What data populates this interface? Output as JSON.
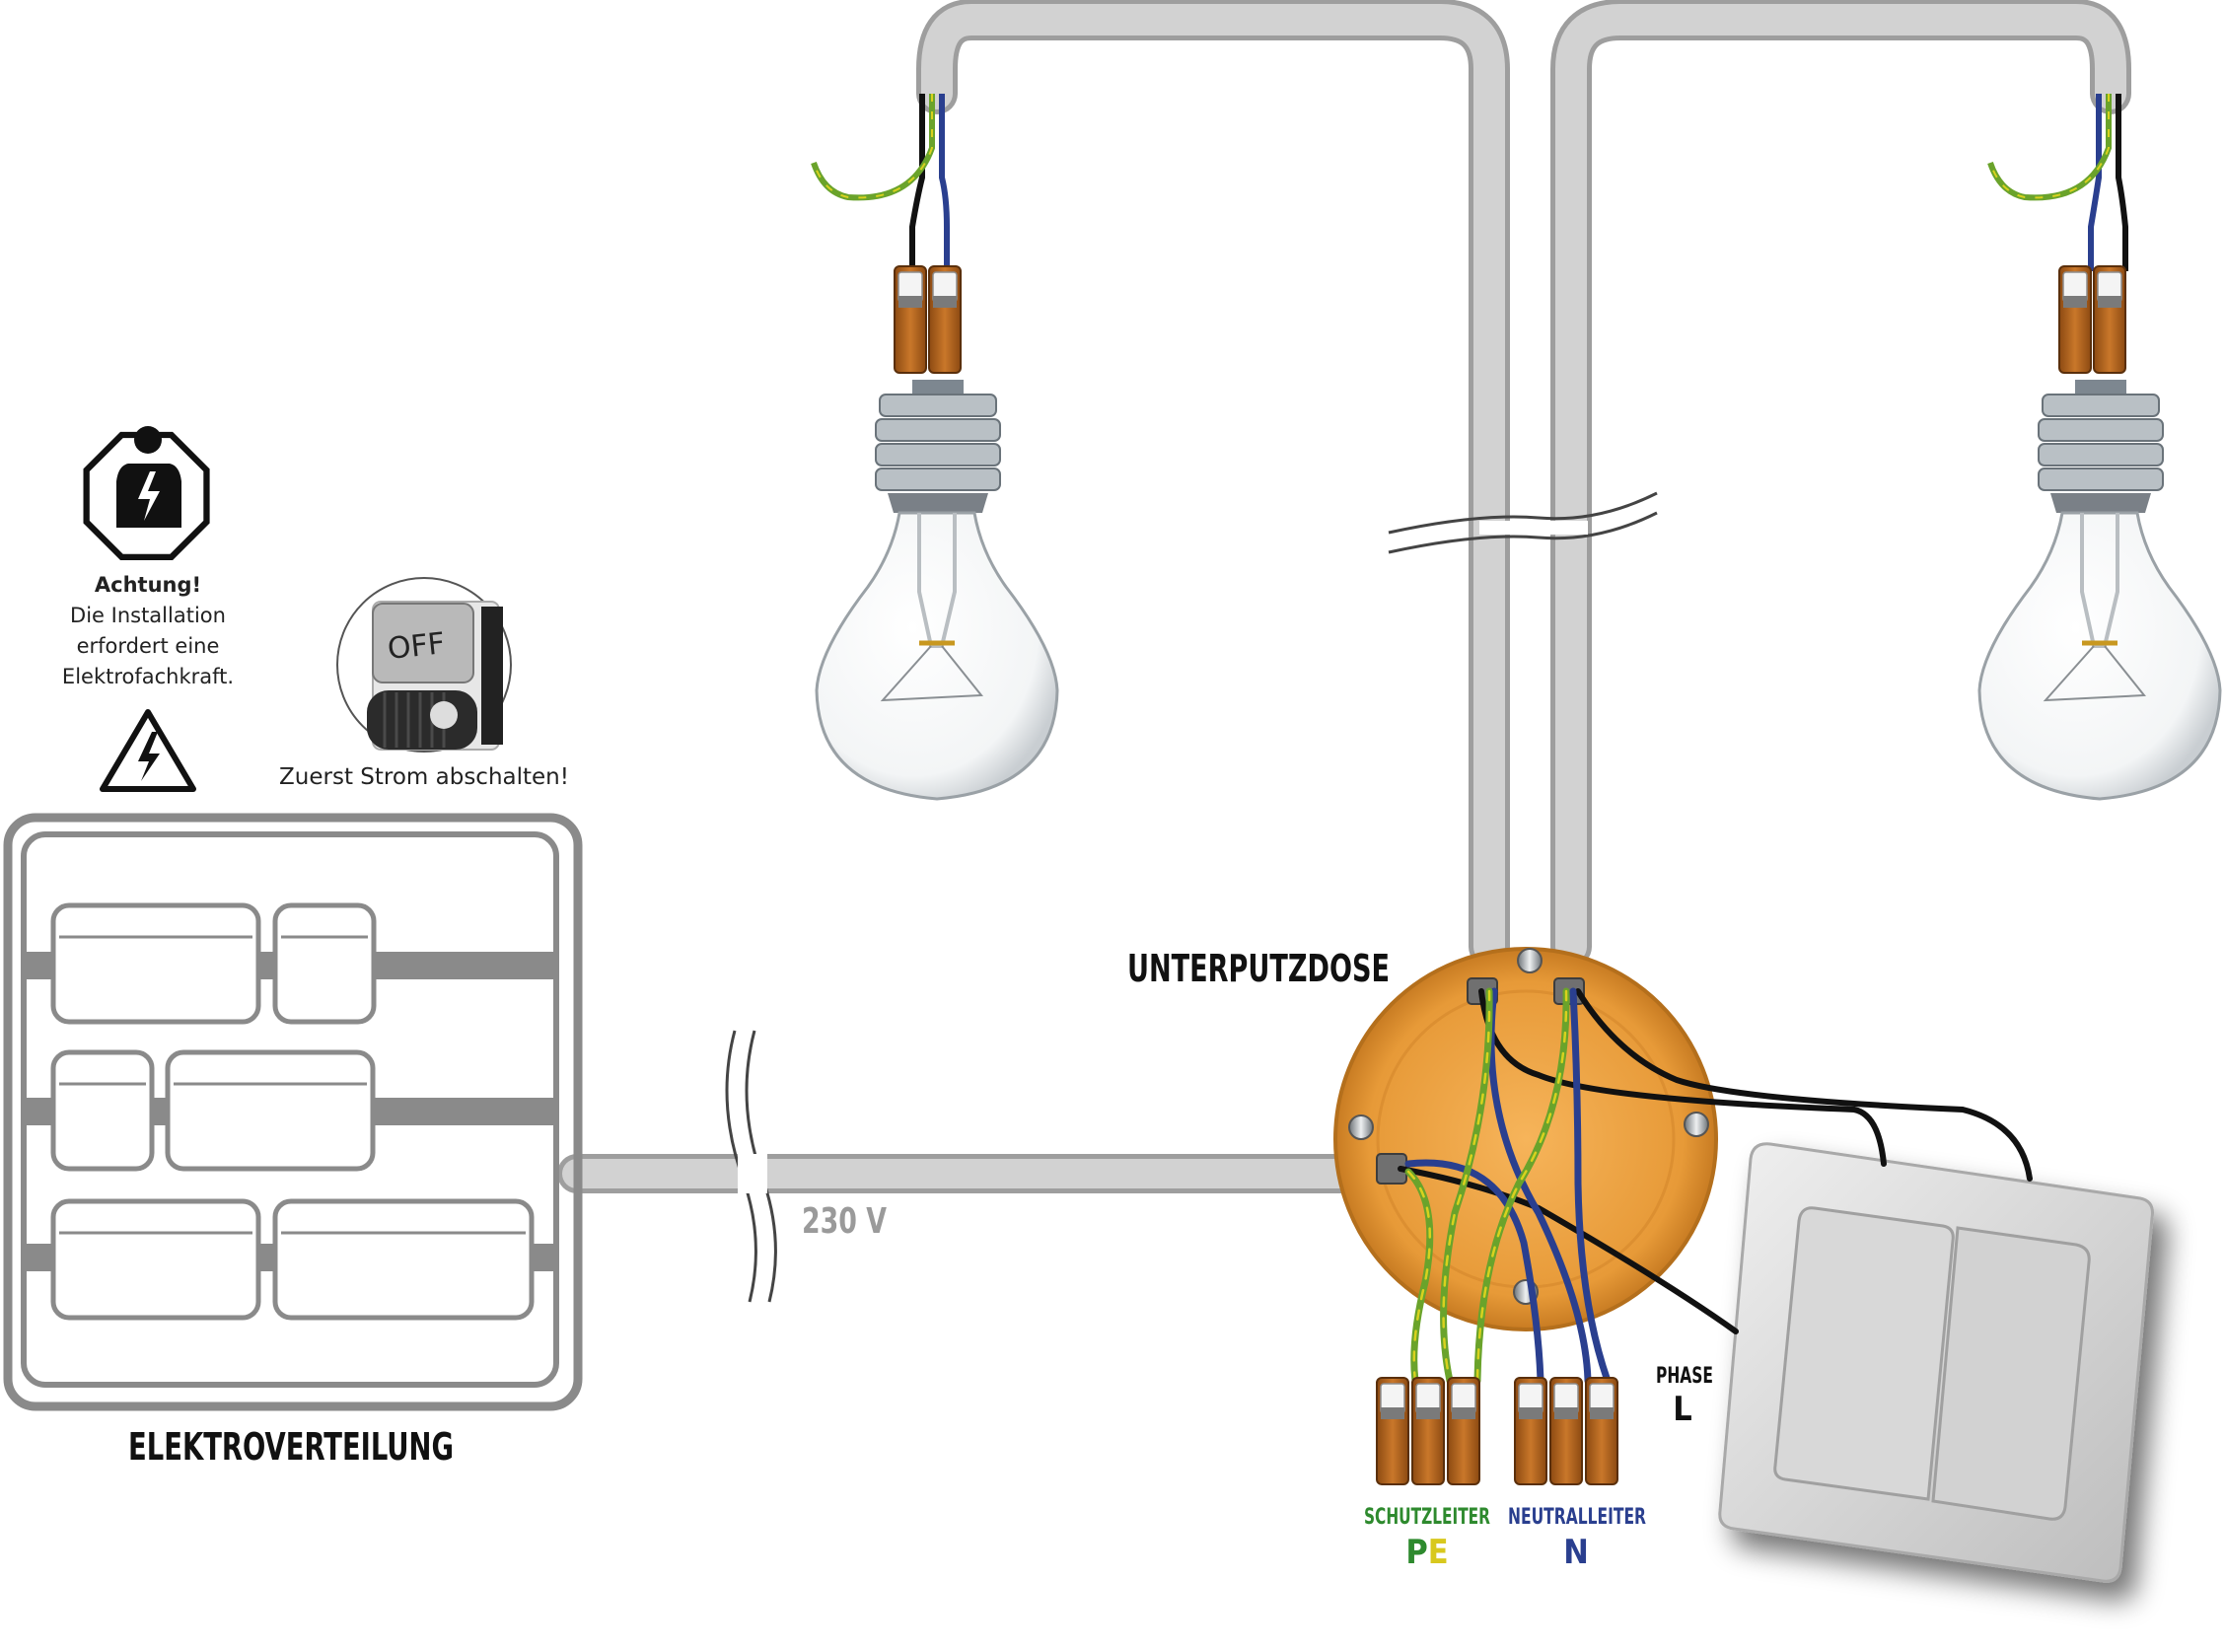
{
  "warning": {
    "title": "Achtung!",
    "lines": [
      "Die Installation",
      "erfordert eine",
      "Elektrofachkraft."
    ]
  },
  "switch_off": {
    "label": "OFF",
    "caption": "Zuerst Strom abschalten!"
  },
  "panel_label": "ELEKTROVERTEILUNG",
  "voltage_label": "230 V",
  "box_label": "UNTERPUTZDOSE",
  "phase": {
    "label": "PHASE",
    "symbol": "L"
  },
  "pe": {
    "label": "SCHUTZLEITER",
    "symbol_p": "P",
    "symbol_e": "E"
  },
  "neutral": {
    "label": "NEUTRALLEITER",
    "symbol": "N"
  },
  "colors": {
    "protective_earth": "#6aa32b",
    "earth_yellow": "#d8d21e",
    "neutral": "#2a3f8f",
    "phase": "#111111",
    "cable": "#c9c9c9",
    "box": "#d98a2a",
    "clamp": "#b5651d"
  }
}
